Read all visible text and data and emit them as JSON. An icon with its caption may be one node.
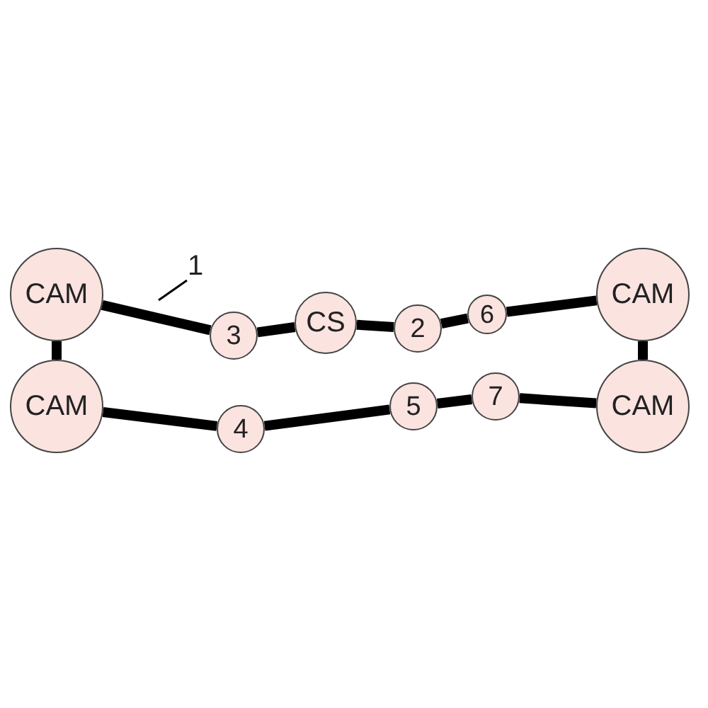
{
  "diagram": {
    "nodes": [
      {
        "text": [
          "CAM"
        ]
      },
      {
        "text": [
          "CAM"
        ]
      },
      {
        "text": [
          "3"
        ]
      },
      {
        "text": [
          "CS"
        ]
      },
      {
        "text": [
          "2"
        ]
      },
      {
        "text": [
          "6"
        ]
      },
      {
        "text": [
          "CAM"
        ]
      },
      {
        "text": [
          "CAM"
        ]
      },
      {
        "text": [
          "4"
        ]
      },
      {
        "text": [
          "5"
        ]
      },
      {
        "text": [
          "7"
        ]
      },
      {
        "text": [
          "1"
        ]
      }
    ],
    "edges": [
      {
        "from": 0,
        "to": 2,
        "arrow": "none"
      },
      {
        "from": 2,
        "to": 3,
        "arrow": "none"
      },
      {
        "from": 3,
        "to": 4,
        "arrow": "none"
      },
      {
        "from": 4,
        "to": 5,
        "arrow": "none"
      },
      {
        "from": 5,
        "to": 6,
        "arrow": "none"
      },
      {
        "from": 6,
        "to": 7,
        "arrow": "none"
      },
      {
        "from": 7,
        "to": 10,
        "arrow": "none"
      },
      {
        "from": 10,
        "to": 9,
        "arrow": "none"
      },
      {
        "from": 9,
        "to": 8,
        "arrow": "none"
      },
      {
        "from": 8,
        "to": 1,
        "arrow": "none"
      },
      {
        "from": 1,
        "to": 0,
        "arrow": "none"
      },
      {
        "from": 11,
        "to": null,
        "arrow": "none"
      }
    ]
  }
}
